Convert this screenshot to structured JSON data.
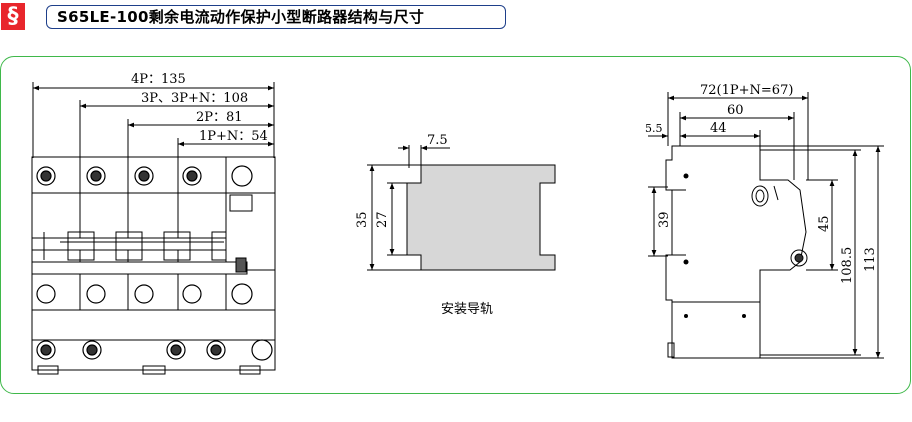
{
  "section_mark": "§",
  "title": "S65LE-100剩余电流动作保护小型断路器结构与尺寸",
  "front_view": {
    "dim_4p": "4P：135",
    "dim_3p": "3P、3P+N：108",
    "dim_2p": "2P：81",
    "dim_1pn": "1P+N：54"
  },
  "rail": {
    "dim_top": "7.5",
    "dim_outer": "35",
    "dim_inner": "27",
    "caption": "安装导轨"
  },
  "side_view": {
    "dim_width": "72(1P+N=67)",
    "dim_60": "60",
    "dim_44": "44",
    "dim_5_5": "5.5",
    "dim_39": "39",
    "dim_45": "45",
    "dim_108_5": "108.5",
    "dim_113": "113"
  },
  "colors": {
    "badge": "#e8262c",
    "title_border": "#1e3f8a",
    "panel_border": "#3fb84a",
    "rail_fill": "#d7d7d7"
  }
}
